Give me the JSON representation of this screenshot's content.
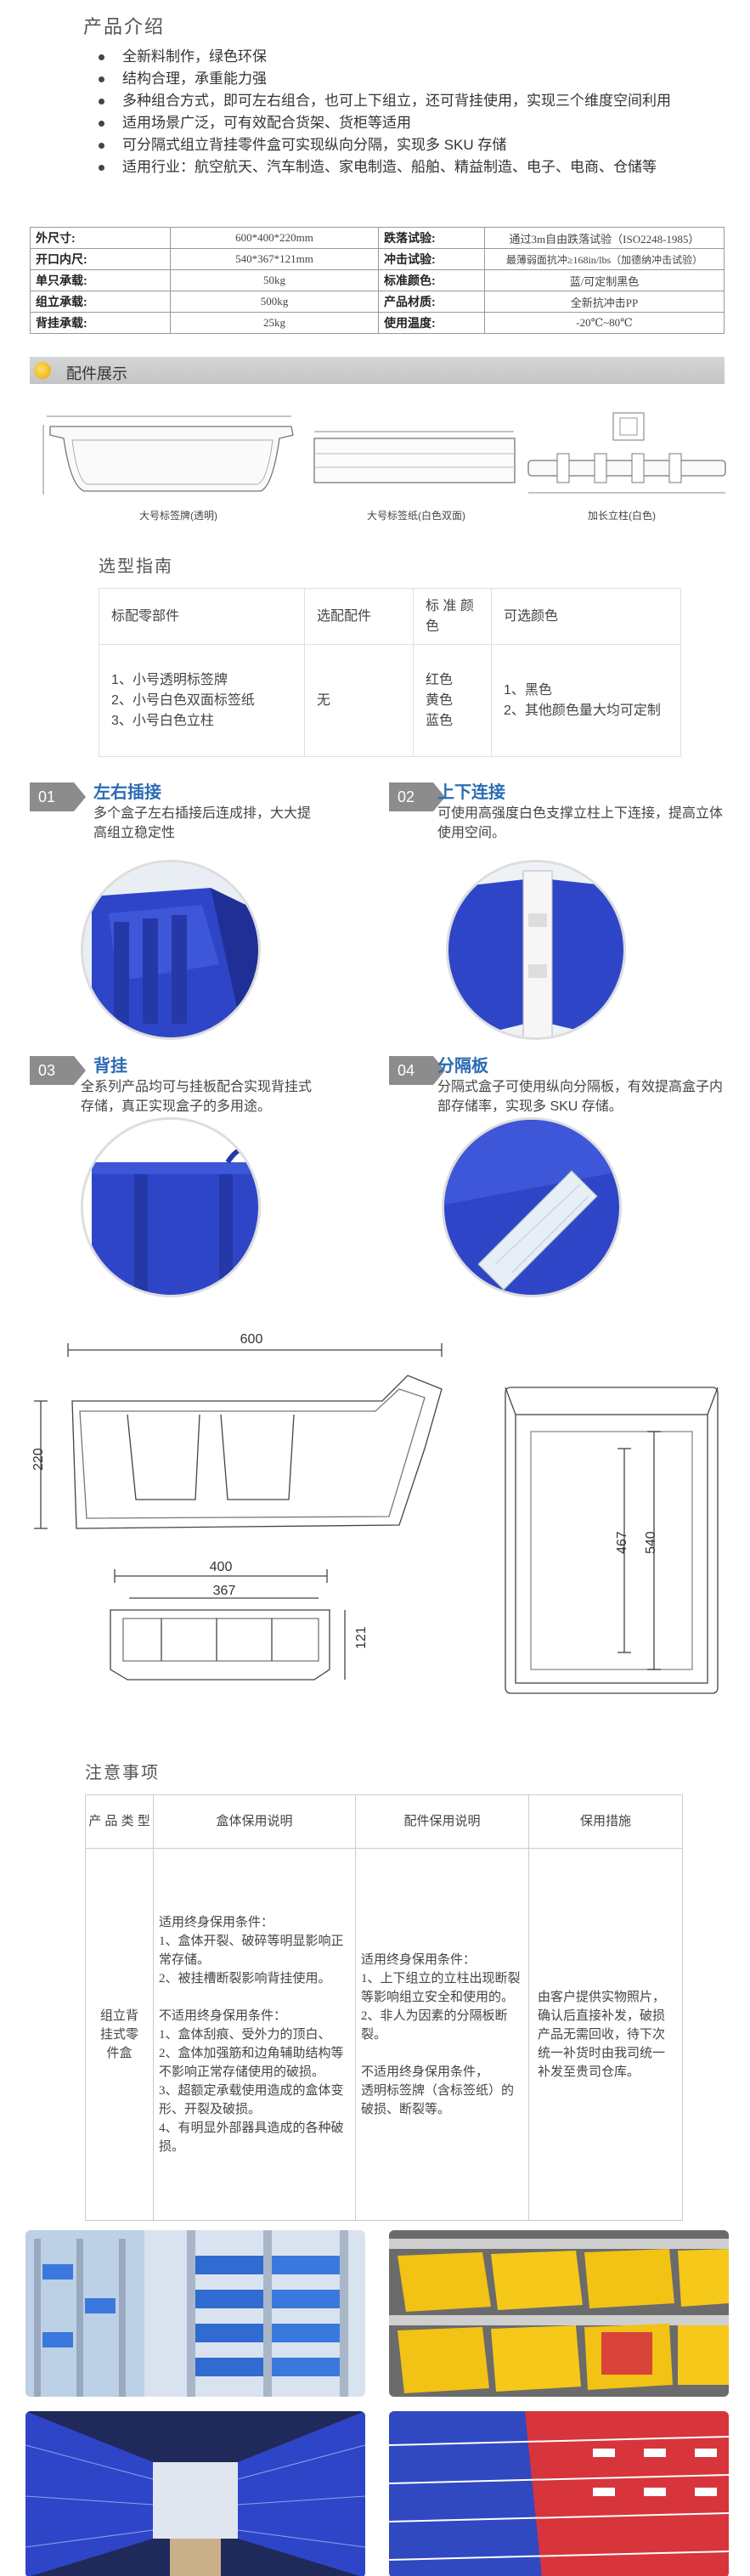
{
  "intro": {
    "title": "产品介绍",
    "bullets": [
      "全新料制作，绿色环保",
      "结构合理，承重能力强",
      "多种组合方式，即可左右组合，也可上下组立，还可背挂使用，实现三个维度空间利用",
      "适用场景广泛，可有效配合货架、货柜等适用",
      "可分隔式组立背挂零件盒可实现纵向分隔，实现多 SKU 存储",
      "适用行业：航空航天、汽车制造、家电制造、船舶、精益制造、电子、电商、仓储等"
    ]
  },
  "spec": {
    "rows": [
      {
        "k1": "外尺寸:",
        "v1": "600*400*220mm",
        "k2": "跌落试验:",
        "v2": "通过3m自由跌落试验（ISO2248-1985）"
      },
      {
        "k1": "开口内尺:",
        "v1": "540*367*121mm",
        "k2": "冲击试验:",
        "v2": "最薄弱面抗冲≥168in/lbs（加德纳冲击试验）"
      },
      {
        "k1": "单只承载:",
        "v1": "50kg",
        "k2": "标准颜色:",
        "v2": "蓝/可定制黑色"
      },
      {
        "k1": "组立承载:",
        "v1": "500kg",
        "k2": "产品材质:",
        "v2": "全新抗冲击PP"
      },
      {
        "k1": "背挂承载:",
        "v1": "25kg",
        "k2": "使用温度:",
        "v2": "-20℃~80℃"
      }
    ]
  },
  "accessories": {
    "title": "配件展示",
    "items": [
      "大号标签牌(透明)",
      "大号标签纸(白色双面)",
      "加长立柱(白色)"
    ]
  },
  "selection": {
    "title": "选型指南",
    "headers": [
      "标配零部件",
      "选配配件",
      "标 准 颜色",
      "可选颜色"
    ],
    "cells": [
      "1、小号透明标签牌\n2、小号白色双面标签纸\n3、小号白色立柱",
      "无",
      "红色\n黄色\n蓝色",
      "1、黑色\n2、其他颜色量大均可定制"
    ]
  },
  "features": [
    {
      "num": "01",
      "title": "左右插接",
      "desc": "多个盒子左右插接后连成排，大大提高组立稳定性"
    },
    {
      "num": "02",
      "title": "上下连接",
      "desc": "可使用高强度白色支撑立柱上下连接，提高立体使用空间。"
    },
    {
      "num": "03",
      "title": "背挂",
      "desc": "全系列产品均可与挂板配合实现背挂式存储，真正实现盒子的多用途。"
    },
    {
      "num": "04",
      "title": "分隔板",
      "desc": "分隔式盒子可使用纵向分隔板，有效提高盒子内部存储率，实现多 SKU 存储。"
    }
  ],
  "drawing": {
    "length": "600",
    "height": "220",
    "width": "400",
    "inner_width": "367",
    "inner_height": "121",
    "inner_length": "540",
    "inner_length2": "467"
  },
  "notes": {
    "title": "注意事项",
    "headers": [
      "产 品 类 型",
      "盒体保用说明",
      "配件保用说明",
      "保用措施"
    ],
    "type": "组立背挂式零件盒",
    "box": "适用终身保用条件：\n1、盒体开裂、破碎等明显影响正常存储。\n2、被挂槽断裂影响背挂使用。\n\n不适用终身保用条件：\n1、盒体刮痕、受外力的顶白、\n2、盒体加强筋和边角辅助结构等不影响正常存储使用的破损。\n3、超额定承载使用造成的盒体变形、开裂及破损。\n4、有明显外部器具造成的各种破损。",
    "parts": "适用终身保用条件：\n1、上下组立的立柱出现断裂等影响组立安全和使用的。\n2、非人为因素的分隔板断裂。\n\n不适用终身保用条件，\n透明标签牌（含标签纸）的破损、断裂等。",
    "measure": "由客户提供实物照片，确认后直接补发，破损产品无需回收，待下次统一补货时由我司统一补发至贵司仓库。"
  },
  "colors": {
    "accent": "#2b6cb3",
    "box_blue": "#2f45c8",
    "badge_gray": "#8c8c8c"
  }
}
